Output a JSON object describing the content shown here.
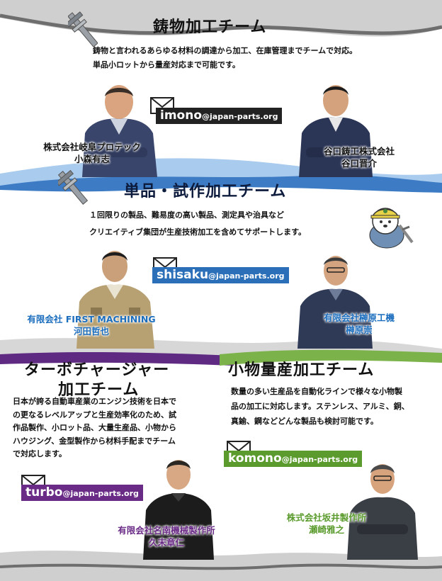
{
  "sections": {
    "imono": {
      "title": "鋳物加工チーム",
      "desc": [
        "鋳物と言われるあらゆる材料の調達から加工、在庫管理までチームで対応。",
        "単品小ロットから量産対応まで可能です。"
      ],
      "email_user": "imono",
      "email_domain": "@japan-parts.org",
      "email_color": "#222222",
      "people": [
        {
          "company": "株式会社岐阜プロテック",
          "name": "小森有志"
        },
        {
          "company": "谷口鋳工株式会社",
          "name": "谷口晋介"
        }
      ]
    },
    "shisaku": {
      "title": "単品・試作加工チーム",
      "desc": [
        "１回限りの製品、難易度の高い製品、測定具や治具など",
        "クリエイティブ集団が生産技術加工を含めてサポートします。"
      ],
      "email_user": "shisaku",
      "email_domain": "@japan-parts.org",
      "email_color": "#2a6fb8",
      "people": [
        {
          "company": "有限会社 FIRST MACHINING",
          "name": "河田哲也"
        },
        {
          "company": "有限会社榊原工機",
          "name": "榊原崇"
        }
      ]
    },
    "turbo": {
      "title_line1": "ターボチャージャー",
      "title_line2": "加工チーム",
      "desc": [
        "日本が誇る自動車産業のエンジン技術を日本で",
        "の更なるレベルアップと生産効率化のため、試",
        "作品製作、小ロット品、大量生産品、小物から",
        "ハウジング、金型製作から材料手配までチーム",
        "で対応します。"
      ],
      "email_user": "turbo",
      "email_domain": "@japan-parts.org",
      "email_color": "#6a2b86",
      "people": [
        {
          "company": "有限会社名南機械製作所",
          "name": "久末章仁"
        }
      ]
    },
    "komono": {
      "title": "小物量産加工チーム",
      "desc": [
        "数量の多い生産品を自動化ラインで様々な小物製",
        "品の加工に対応します。ステンレス、アルミ、銅、",
        "真鍮、鋼などどんな製品も検討可能です。"
      ],
      "email_user": "komono",
      "email_domain": "@japan-parts.org",
      "email_color": "#5b9b2d",
      "people": [
        {
          "company": "株式会社坂井製作所",
          "name": "瀬崎雅之"
        }
      ]
    }
  },
  "colors": {
    "wave_gray": "#8c8c8c",
    "wave_blue": "#3d7cc4",
    "wave_lightblue": "#a9cbed",
    "wave_purple": "#5e2a82",
    "wave_green": "#7bb24a"
  },
  "icons": [
    "envelope-icon",
    "caliper-icon",
    "mascot-icon"
  ]
}
